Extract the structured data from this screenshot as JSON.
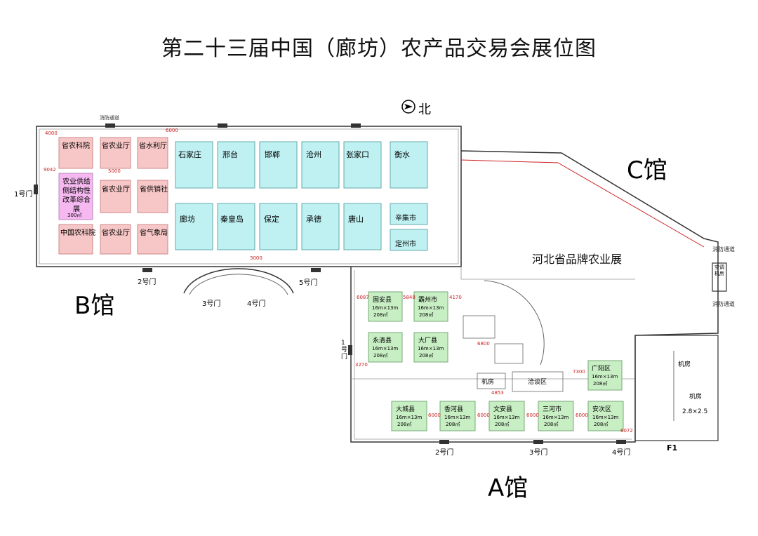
{
  "title": "第二十三届中国（廊坊）农产品交易会展位图",
  "compass": {
    "label": "北"
  },
  "halls": {
    "a": "A馆",
    "b": "B馆",
    "c": "C馆"
  },
  "c_hall_exhibit": "河北省品牌农业展",
  "b_hall_booths": [
    {
      "name": "省农科院",
      "color": "#f7c6c6"
    },
    {
      "name": "省农业厅",
      "color": "#f7c6c6"
    },
    {
      "name": "省水利厅",
      "color": "#f7c6c6"
    },
    {
      "name": "农业供给侧结构性改革综合展",
      "color": "#f5b8f0",
      "area": "300㎡"
    },
    {
      "name": "省农业厅",
      "color": "#f7c6c6"
    },
    {
      "name": "省供销社",
      "color": "#f7c6c6"
    },
    {
      "name": "中国农科院",
      "color": "#f7c6c6"
    },
    {
      "name": "省农业厅",
      "color": "#f7c6c6"
    },
    {
      "name": "省气象局",
      "color": "#f7c6c6"
    }
  ],
  "city_booths_top": [
    "石家庄",
    "邢台",
    "邯郸",
    "沧州",
    "张家口",
    "衡水"
  ],
  "city_booths_bottom": [
    "廊坊",
    "秦皇岛",
    "保定",
    "承德",
    "唐山"
  ],
  "city_booths_small": [
    "辛集市",
    "定州市"
  ],
  "a_hall_booths_left": [
    {
      "name": "固安县",
      "size": "16m×13m",
      "area": "208㎡"
    },
    {
      "name": "霸州市",
      "size": "16m×13m",
      "area": "208㎡"
    },
    {
      "name": "永清县",
      "size": "16m×13m",
      "area": "208㎡"
    },
    {
      "name": "大厂县",
      "size": "16m×13m",
      "area": "208㎡"
    }
  ],
  "a_hall_booths_bottom": [
    {
      "name": "大城县",
      "size": "16m×13m",
      "area": "208㎡"
    },
    {
      "name": "香河县",
      "size": "16m×13m",
      "area": "208㎡"
    },
    {
      "name": "文安县",
      "size": "16m×13m",
      "area": "208㎡"
    },
    {
      "name": "三河市",
      "size": "16m×13m",
      "area": "208㎡"
    },
    {
      "name": "安次区",
      "size": "16m×13m",
      "area": "208㎡"
    }
  ],
  "a_hall_booth_right": {
    "name": "广阳区",
    "size": "16m×13m",
    "area": "208㎡"
  },
  "gates": {
    "b1": "1号门",
    "b2": "2号门",
    "b3": "3号门",
    "b4": "4号门",
    "b5": "5号门",
    "a1": "1号门",
    "a2": "2号门",
    "a3": "3号门",
    "a4": "4号门"
  },
  "misc": {
    "fire_lane_1": "消防通道",
    "fire_lane_2": "消防通道",
    "fire_lane_3": "消防通道",
    "f1": "F1",
    "machine_room_1": "机房",
    "machine_room_2": "机房",
    "machine_room_3": "机房",
    "negotiation": "洽谈区",
    "elevator_size": "2.8×2.5",
    "aircon": "空调机房"
  },
  "dimensions": [
    "4000",
    "6000",
    "3000",
    "9042",
    "5000",
    "6087",
    "5848",
    "4170",
    "3270",
    "4853",
    "6000",
    "6000",
    "6000",
    "6000",
    "6072",
    "7300",
    "6800"
  ]
}
